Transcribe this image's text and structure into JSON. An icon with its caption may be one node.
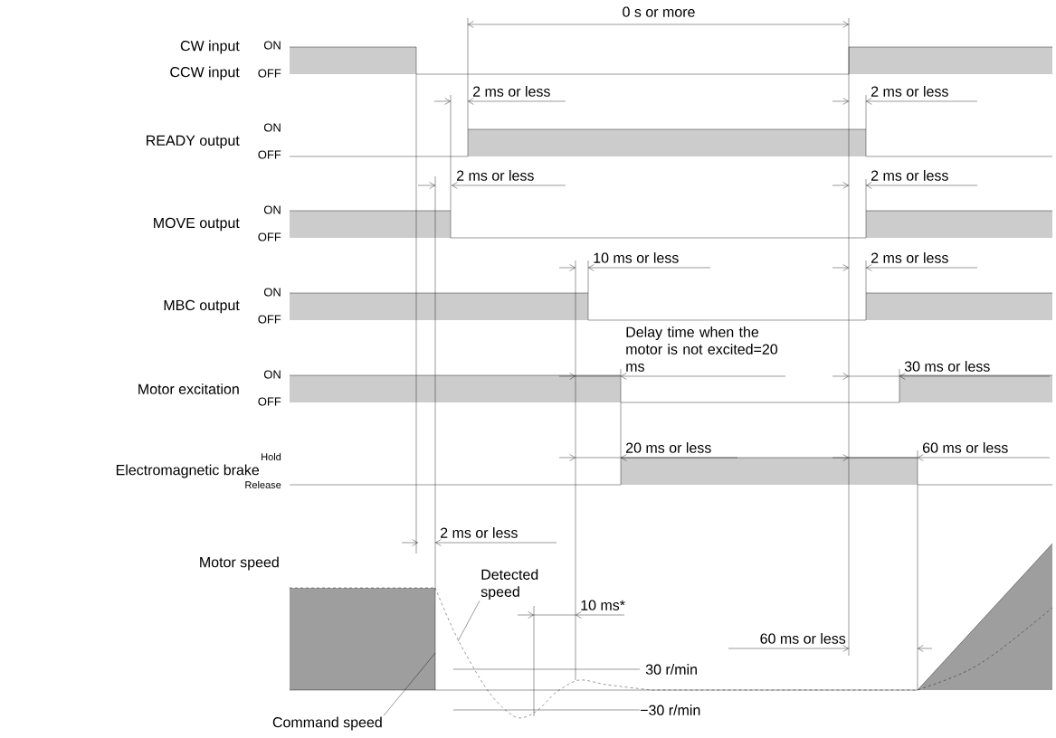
{
  "diagram": {
    "nodes": [
      {
        "text": [
          "Detected speed"
        ]
      },
      {
        "text": [
          "Command speed"
        ]
      }
    ],
    "edges": [
      {
        "from": 0,
        "to": null,
        "arrow": "none"
      },
      {
        "from": 1,
        "to": null,
        "arrow": "none"
      }
    ],
    "labels": [
      "0 s or more",
      "CW input",
      "ON",
      "CCW input",
      "OFF",
      "2 ms or less",
      "2 ms or less",
      "READY output",
      "ON",
      "OFF",
      "2 ms or less",
      "2 ms or less",
      "MOVE output",
      "ON",
      "OFF",
      "10 ms or less",
      "2 ms or less",
      "MBC output",
      "ON",
      "OFF",
      "Delay time when the motor is not excited=20 ms",
      "30 ms or less",
      "Motor excitation",
      "ON",
      "OFF",
      "20 ms or less",
      "60 ms or less",
      "Electromagnetic brake",
      "Hold",
      "Release",
      "2 ms or less",
      "Motor speed",
      "10 ms*",
      "60 ms or less",
      "30 r/min",
      "−30 r/min"
    ]
  }
}
